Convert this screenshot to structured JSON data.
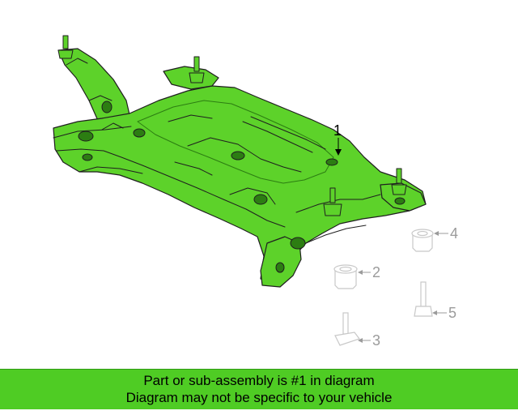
{
  "colors": {
    "highlight": "#5dd22a",
    "highlight_dark": "#2c7d12",
    "outline": "#1f1f1f",
    "ghost": "#c8c8c8",
    "banner": "#4fcc24",
    "callout_primary": "#000000",
    "callout_secondary": "#9b9b9b"
  },
  "callouts": {
    "part1": "1",
    "part2": "2",
    "part3": "3",
    "part4": "4",
    "part5": "5"
  },
  "banner": {
    "line1": "Part or sub-assembly is #1 in diagram",
    "line2": "Diagram may not be specific to your vehicle"
  }
}
